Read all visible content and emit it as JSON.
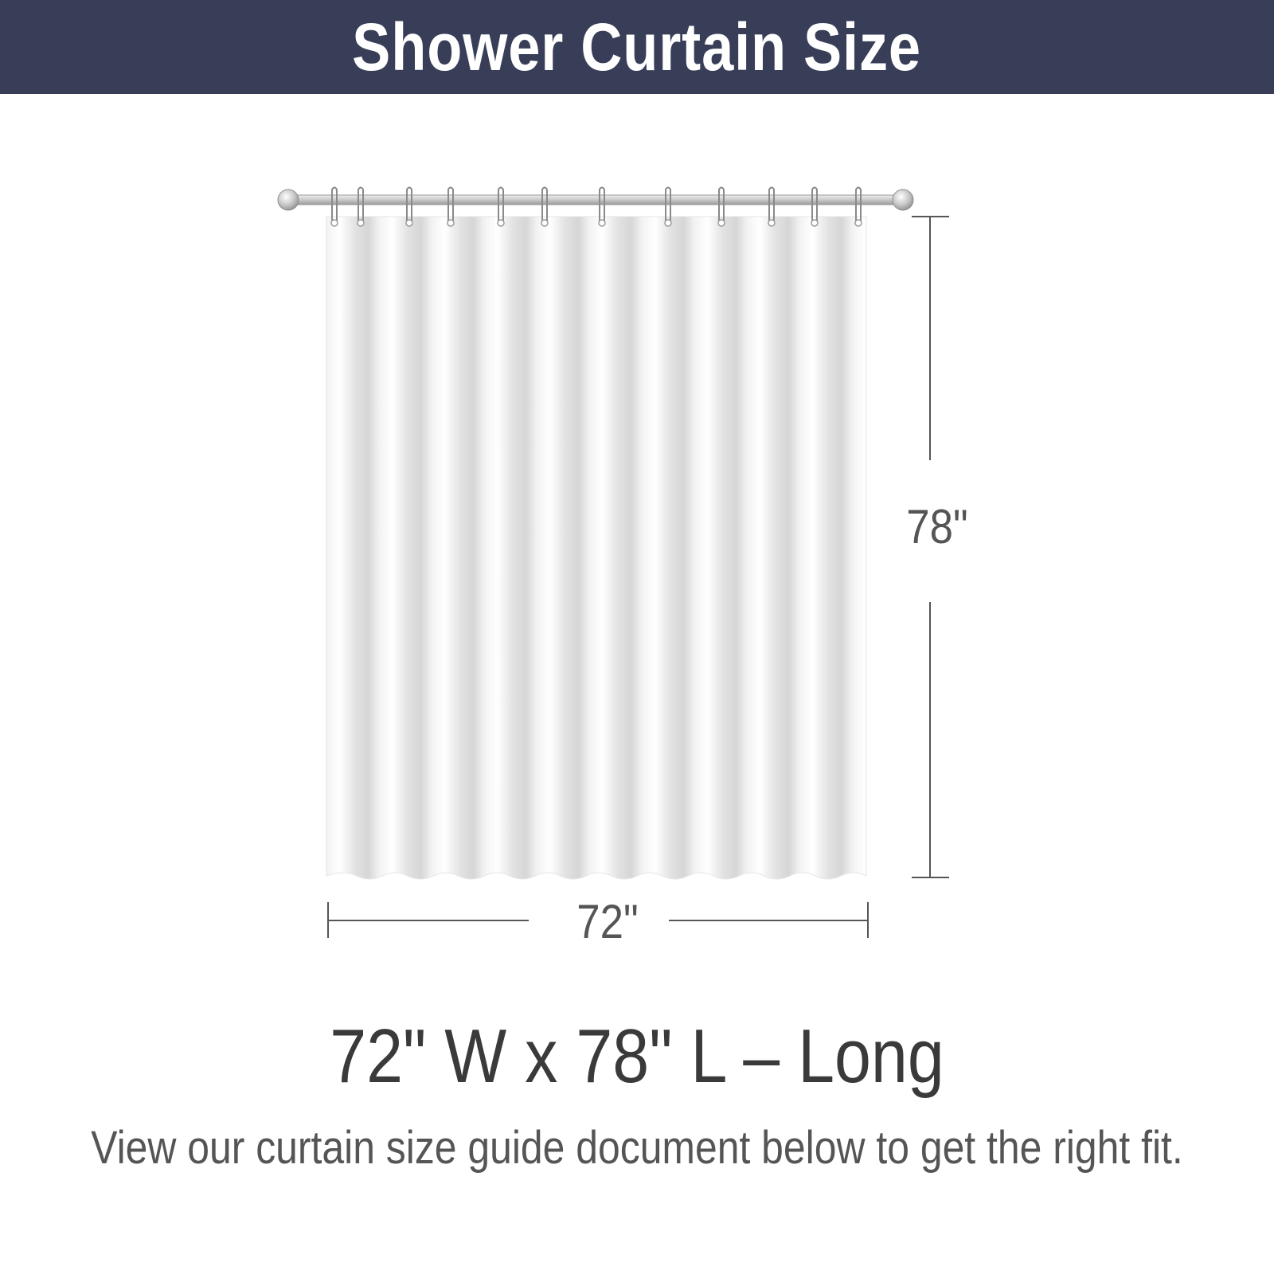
{
  "header": {
    "title": "Shower Curtain Size"
  },
  "diagram": {
    "width_label": "72\"",
    "height_label": "78\"",
    "ring_count": 12
  },
  "product": {
    "size_line": "72\" W x 78\" L – Long",
    "guide_text": "View our curtain size guide document below to get the right fit."
  },
  "colors": {
    "header_bg": "#383e58",
    "header_text": "#ffffff",
    "dimension_line": "#555555",
    "size_text": "#3a3a3a"
  }
}
